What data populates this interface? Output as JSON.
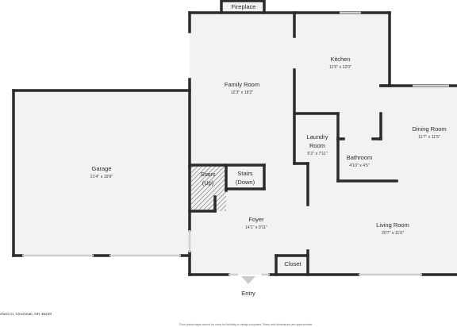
{
  "rooms": {
    "fireplace": {
      "name": "Fireplace"
    },
    "kitchen": {
      "name": "Kitchen",
      "dim": "11'5\" x 12'0\""
    },
    "family_room": {
      "name": "Family Room",
      "dim": "12'3\" x 18'2\""
    },
    "dining_room": {
      "name": "Dining Room",
      "dim": "11'7\" x 11'5\""
    },
    "laundry_room": {
      "name_line1": "Laundry",
      "name_line2": "Room",
      "dim": "5'2\" x 7'11\""
    },
    "bathroom": {
      "name": "Bathroom",
      "dim": "4'10\" x 4'5\""
    },
    "garage": {
      "name": "Garage",
      "dim": "21'4\" x 19'9\""
    },
    "stairs_up": {
      "line1": "Stairs",
      "line2": "(Up)"
    },
    "stairs_down": {
      "line1": "Stairs",
      "line2": "(Down)"
    },
    "foyer": {
      "name": "Foyer",
      "dim": "14'1\" x 9'11\""
    },
    "living_room": {
      "name": "Living Room",
      "dim": "20'7\" x 11'0\""
    },
    "closet": {
      "name": "Closet"
    }
  },
  "entry_label": "Entry",
  "footer": {
    "address": "xford Ct, Cincinnati, OH 45240",
    "disclaimer": "Floor plans/maps cannot be used for building or design purposes. Sizes and dimensions are approximate."
  },
  "colors": {
    "wall": "#2b2b2b",
    "window": "#cfcfcf",
    "floor": "#f2f2f2",
    "entry_arrow": "#cccccc"
  }
}
